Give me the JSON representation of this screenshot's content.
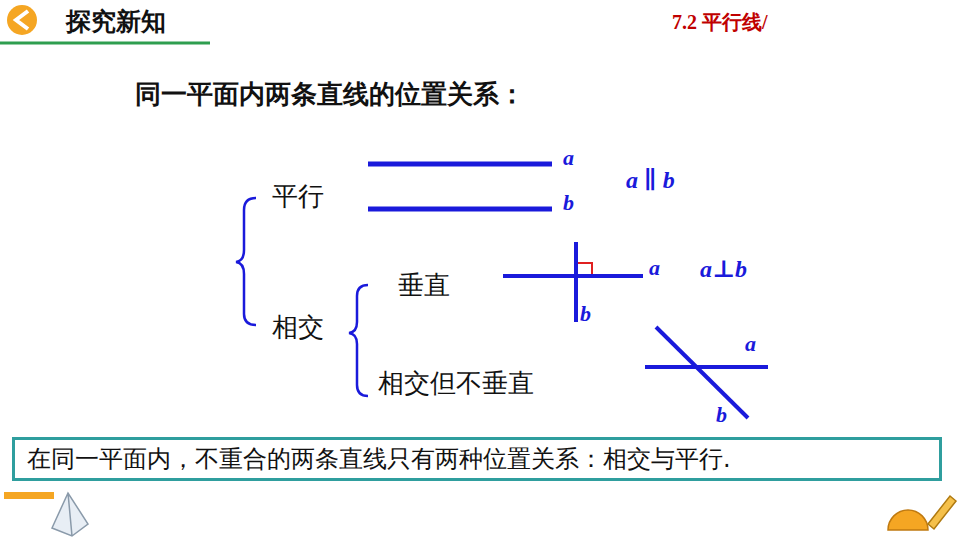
{
  "diagram": {
    "title": "同一平面内两条直线的位置关系：",
    "nodes": [
      {
        "text": [
          "在同一平面内，不重合的两条直线只有两种位置关系：相交与平行."
        ]
      }
    ],
    "labels": [
      "探究新知",
      "7.2 平行线/",
      "平行",
      "a",
      "b",
      "a ∥ b",
      "相交",
      "垂直",
      "a",
      "b",
      "a⊥b",
      "相交但不垂直",
      "a",
      "b"
    ]
  }
}
